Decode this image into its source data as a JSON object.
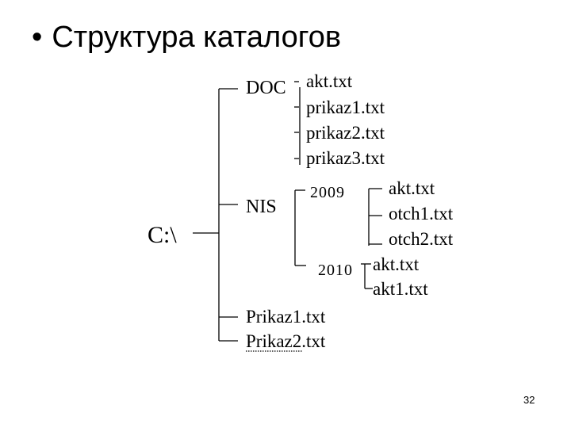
{
  "slide": {
    "bullet": "•",
    "title": "Структура каталогов",
    "page_number": "32"
  },
  "tree": {
    "root": "C:\\",
    "doc": {
      "name": "DOC",
      "files": [
        "akt.txt",
        "prikaz1.txt",
        "prikaz2.txt",
        "prikaz3.txt"
      ]
    },
    "nis": {
      "name": "NIS",
      "y2009": {
        "name": "2009",
        "files": [
          "akt.txt",
          "otch1.txt",
          "otch2.txt"
        ]
      },
      "y2010": {
        "name": "2010",
        "files": [
          "akt.txt",
          "akt1.txt"
        ]
      }
    },
    "root_files": [
      "Prikaz1.txt",
      "Prikaz2.txt"
    ]
  }
}
